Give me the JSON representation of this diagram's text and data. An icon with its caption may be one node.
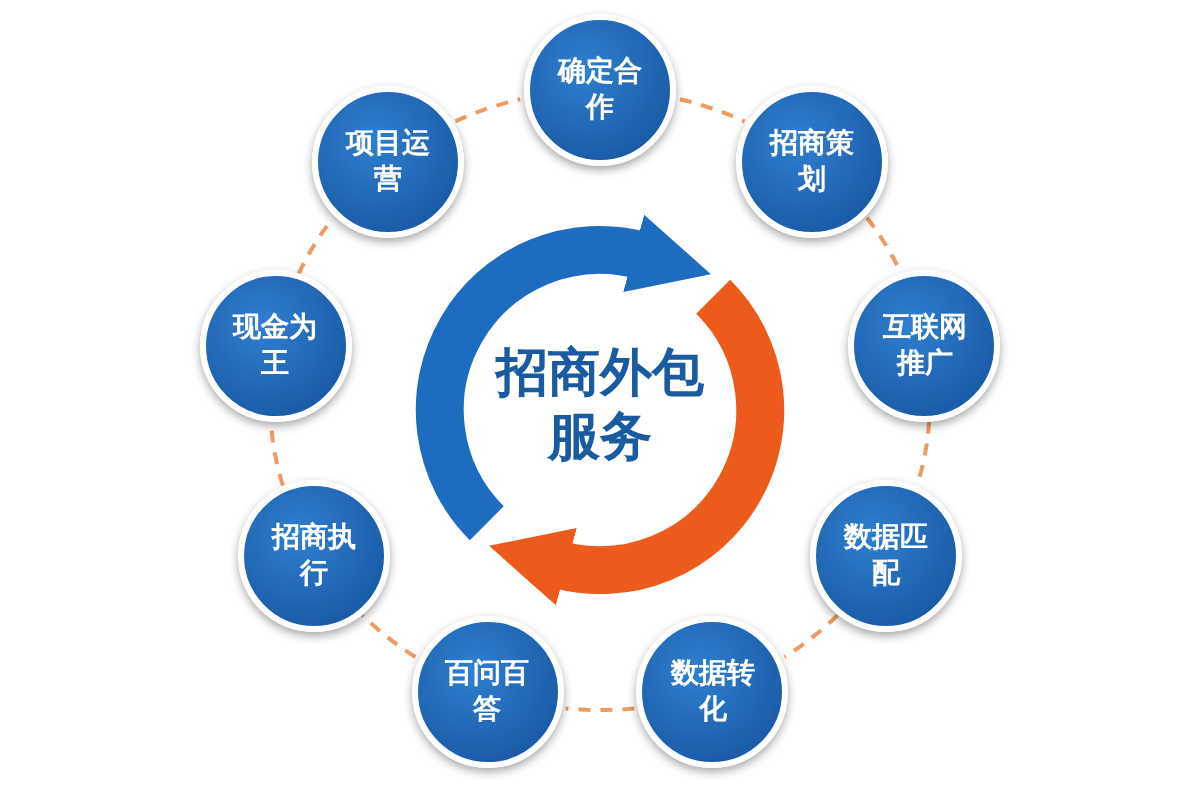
{
  "diagram": {
    "nodes": [
      {
        "text": [
          "招商外包服务"
        ]
      },
      {
        "text": [
          "确定合作"
        ]
      },
      {
        "text": [
          "招商策划"
        ]
      },
      {
        "text": [
          "互联网推广"
        ]
      },
      {
        "text": [
          "数据匹配"
        ]
      },
      {
        "text": [
          "数据转化"
        ]
      },
      {
        "text": [
          "百问百答"
        ]
      },
      {
        "text": [
          "招商执行"
        ]
      },
      {
        "text": [
          "现金为王"
        ]
      },
      {
        "text": [
          "项目运营"
        ]
      }
    ],
    "edges": [
      {
        "from": 1,
        "to": 2,
        "arrow": "none",
        "style": "dashed"
      },
      {
        "from": 2,
        "to": 3,
        "arrow": "none",
        "style": "dashed"
      },
      {
        "from": 3,
        "to": 4,
        "arrow": "none",
        "style": "dashed"
      },
      {
        "from": 4,
        "to": 5,
        "arrow": "none",
        "style": "dashed"
      },
      {
        "from": 5,
        "to": 6,
        "arrow": "none",
        "style": "dashed"
      },
      {
        "from": 6,
        "to": 7,
        "arrow": "none",
        "style": "dashed"
      },
      {
        "from": 7,
        "to": 8,
        "arrow": "none",
        "style": "dashed"
      },
      {
        "from": 8,
        "to": 9,
        "arrow": "none",
        "style": "dashed"
      },
      {
        "from": 9,
        "to": 1,
        "arrow": "none",
        "style": "dashed"
      }
    ]
  }
}
